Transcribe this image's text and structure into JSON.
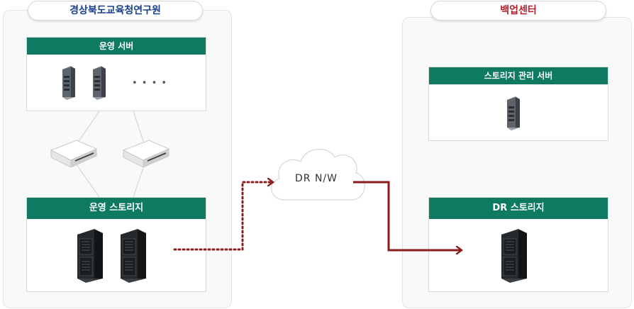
{
  "colors": {
    "panel_header": "#0f7a62",
    "left_title": "#1a3f8a",
    "right_title": "#b3202a",
    "arrow": "#8c1c1c"
  },
  "left_zone": {
    "title": "경상북도교육청연구원",
    "operation_server": {
      "header": "운영 서버",
      "ellipsis": "• • • •"
    },
    "operation_storage": {
      "header": "운영 스토리지"
    }
  },
  "network": {
    "cloud_label": "DR N/W"
  },
  "right_zone": {
    "title": "백업센터",
    "storage_mgmt_server": {
      "header": "스토리지 관리 서버"
    },
    "dr_storage": {
      "header": "DR 스토리지"
    }
  }
}
